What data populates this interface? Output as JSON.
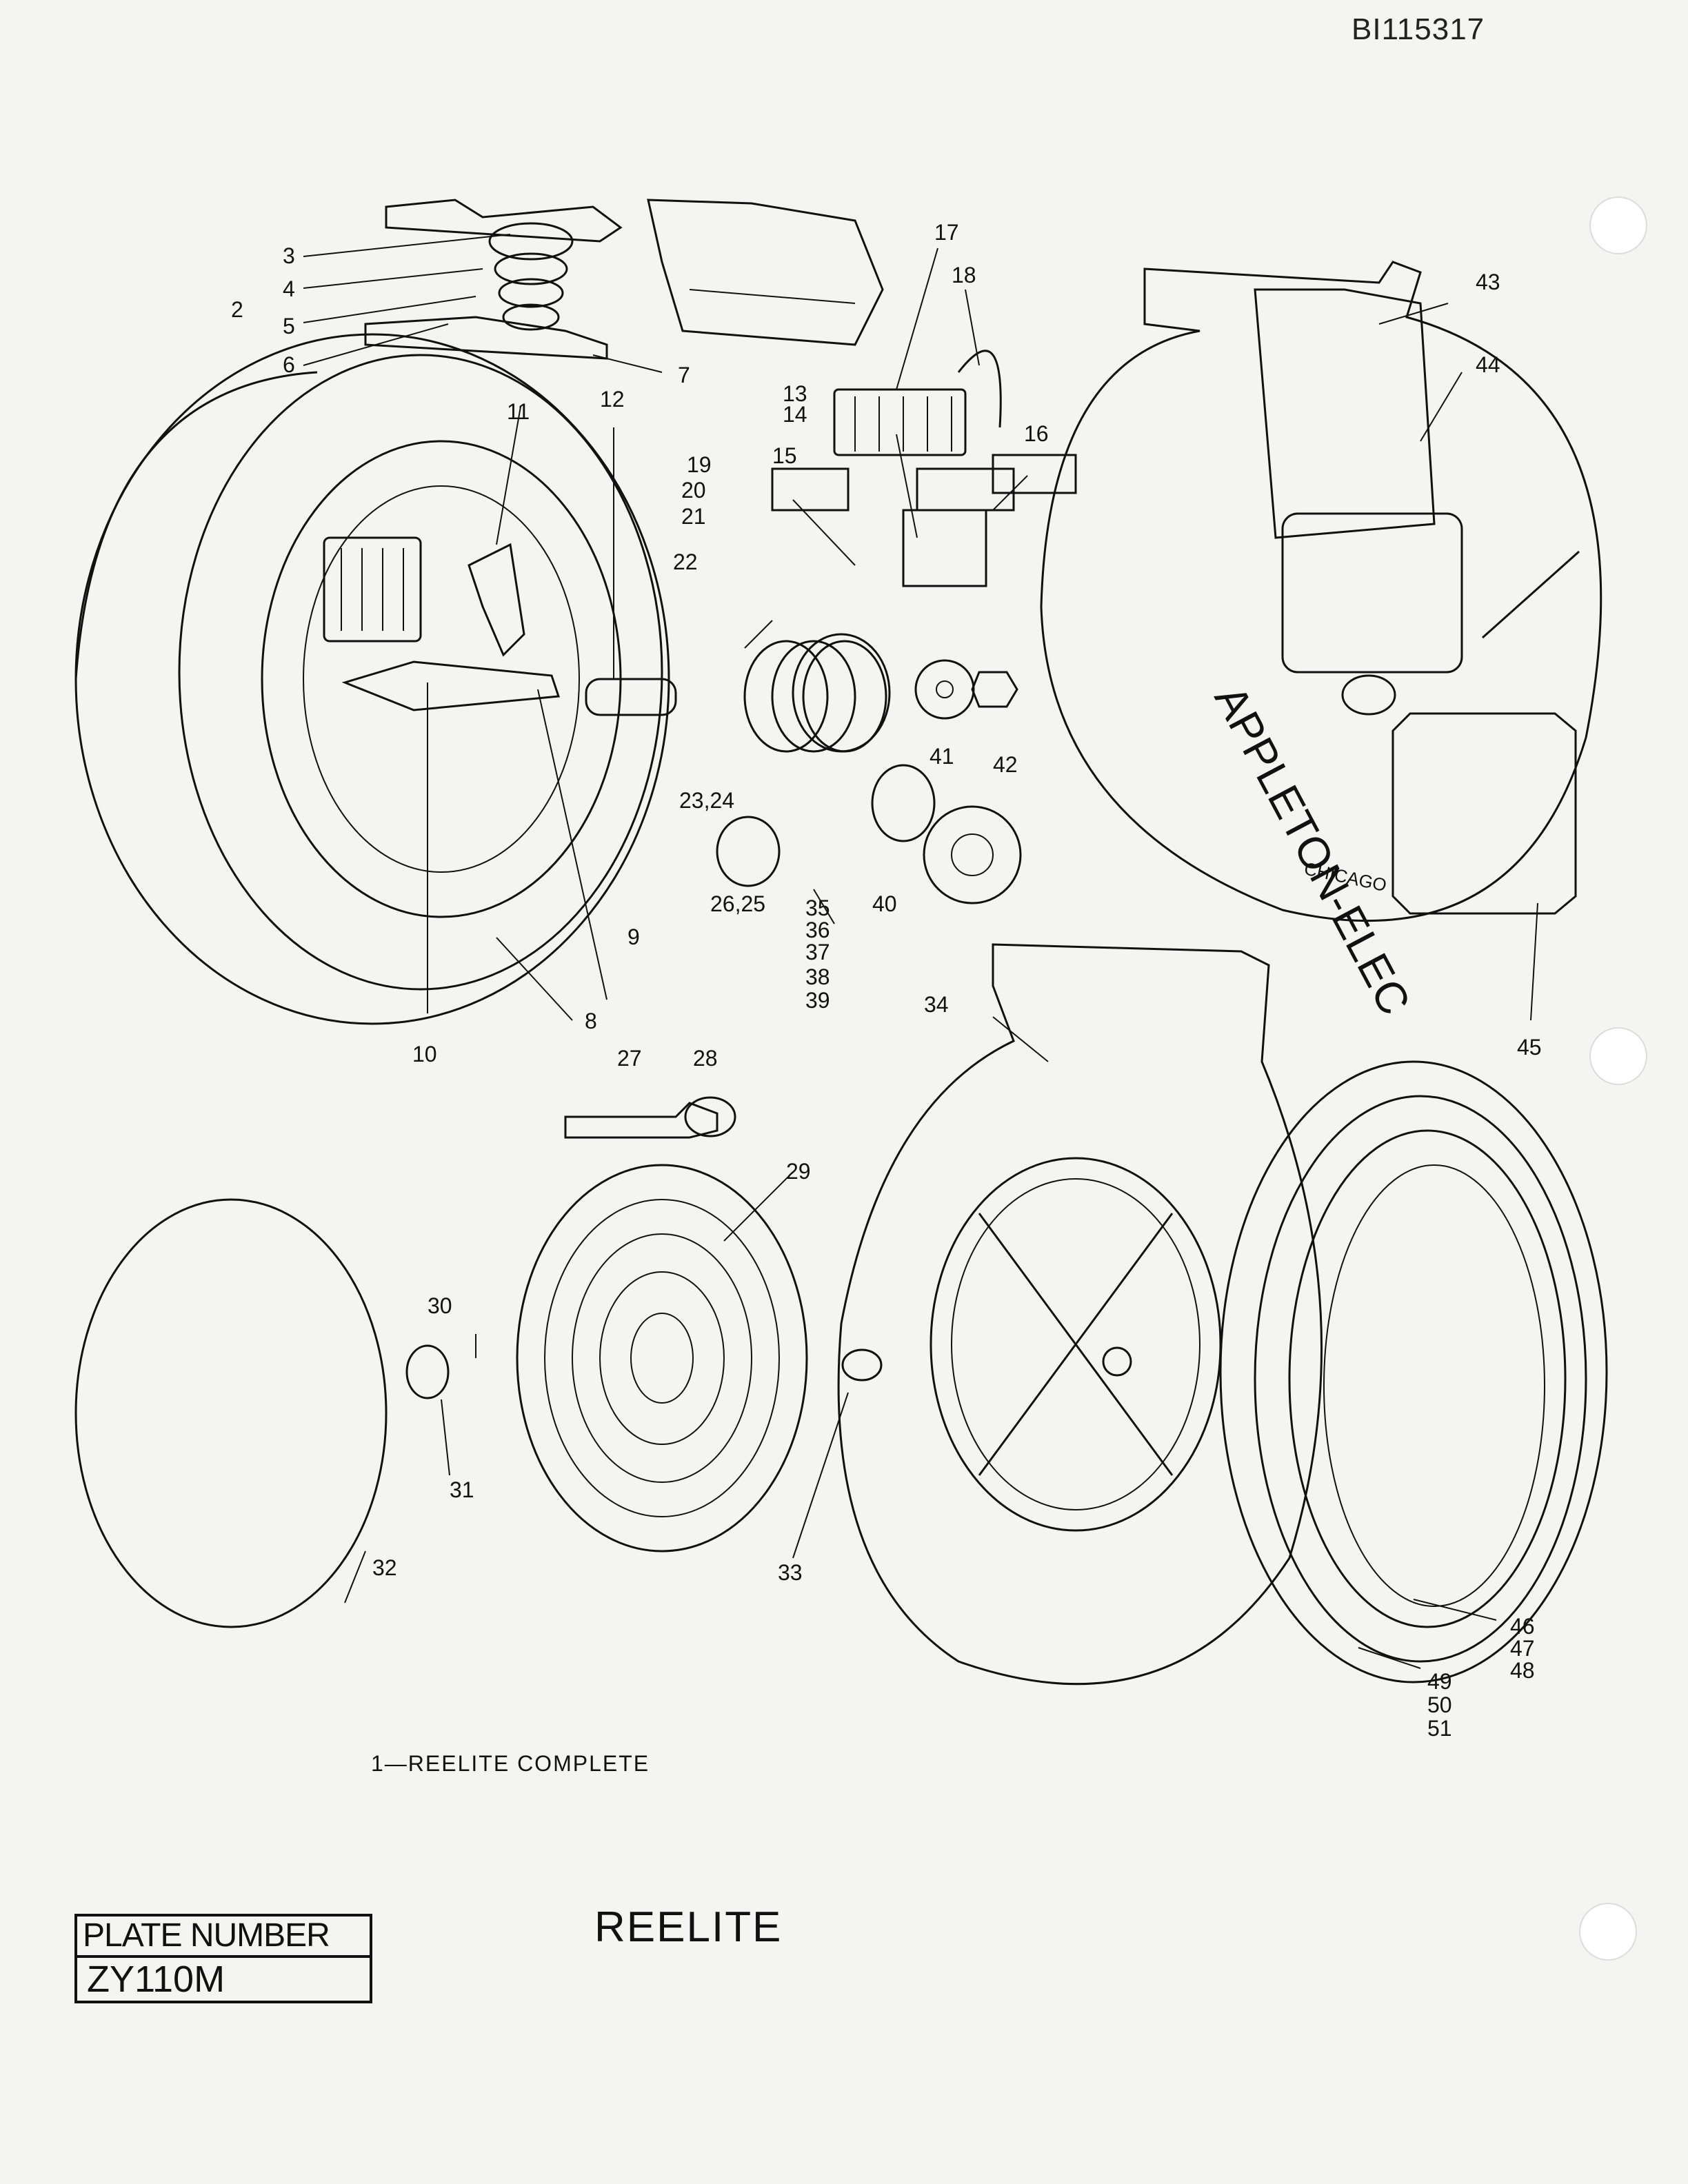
{
  "document_id": "BI115317",
  "title": "REELITE",
  "caption": "1—REELITE COMPLETE",
  "plate": {
    "label": "PLATE NUMBER",
    "number": "ZY110M"
  },
  "reel_brand": {
    "name": "APPLETON-ELEC",
    "city": "CHICAGO"
  },
  "callouts": {
    "c2": "2",
    "c3": "3",
    "c4": "4",
    "c5": "5",
    "c6": "6",
    "c7": "7",
    "c8": "8",
    "c9": "9",
    "c10": "10",
    "c11": "11",
    "c12": "12",
    "c13": "13",
    "c14": "14",
    "c15": "15",
    "c16": "16",
    "c17": "17",
    "c18": "18",
    "c19": "19",
    "c20": "20",
    "c21": "21",
    "c22": "22",
    "c23_24": "23,24",
    "c26_25": "26,25",
    "c27": "27",
    "c28": "28",
    "c29": "29",
    "c30": "30",
    "c31": "31",
    "c32": "32",
    "c33": "33",
    "c34": "34",
    "c35": "35",
    "c36": "36",
    "c37": "37",
    "c38": "38",
    "c39": "39",
    "c40": "40",
    "c41": "41",
    "c42": "42",
    "c43": "43",
    "c44": "44",
    "c45": "45",
    "c46": "46",
    "c47": "47",
    "c48": "48",
    "c49": "49",
    "c50": "50",
    "c51": "51"
  }
}
